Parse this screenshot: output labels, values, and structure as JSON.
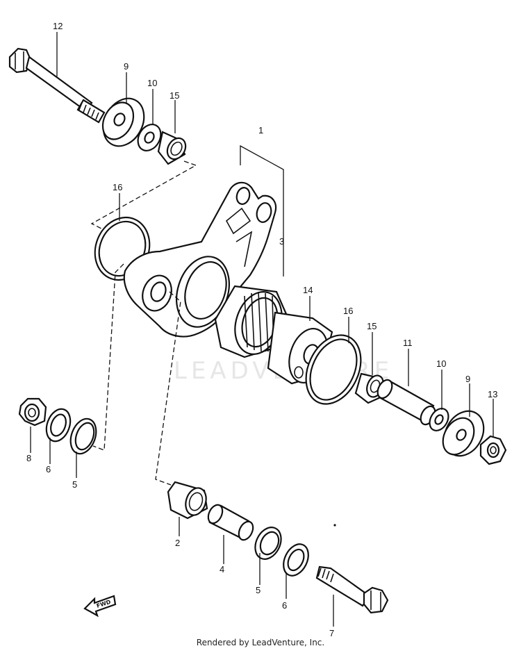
{
  "watermark": "LEADVENTURE",
  "footer": "Rendered by LeadVenture, Inc.",
  "fwd_label": "FWD",
  "callouts": {
    "c12": "12",
    "c9a": "9",
    "c10a": "10",
    "c15a": "15",
    "c1": "1",
    "c16a": "16",
    "c3": "3",
    "c14": "14",
    "c16b": "16",
    "c15b": "15",
    "c11": "11",
    "c10b": "10",
    "c9b": "9",
    "c13": "13",
    "c8": "8",
    "c6a": "6",
    "c5a": "5",
    "c2": "2",
    "c4": "4",
    "c5b": "5",
    "c6b": "6",
    "c7": "7"
  }
}
